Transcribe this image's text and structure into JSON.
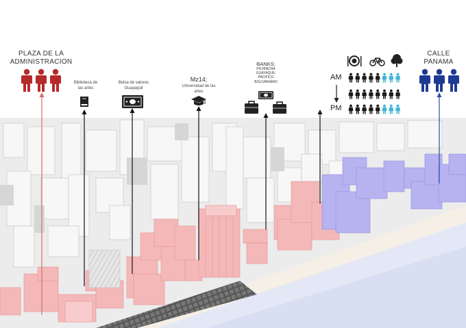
{
  "labels": {
    "plaza": "PLAZA DE LA ADMINISTRACION",
    "biblioteca": "Biblioteca de las artes",
    "bolsa": "Bolsa de valores Guayaquil",
    "mz14_title": "Mz14;",
    "mz14_sub": "Universidad de las artes",
    "banks_title": "BANKS;",
    "banks_list": "PICHINCHA GUAYAQUIL PACIFICO BOLIVARIANO",
    "calle": "CALLE PANAMA"
  },
  "time": {
    "am": "AM",
    "pm": "PM"
  },
  "icons": {
    "plaza": "red-people-icon",
    "biblioteca": "book-icon",
    "bolsa": "banknote-icon",
    "mz14": "graduation-cap-icon",
    "banks": "briefcase-icon",
    "activities": [
      "dining-icon",
      "bicycle-icon",
      "tree-icon"
    ],
    "calle": "blue-people-icon"
  },
  "colors": {
    "plaza_red": "#b52a2a",
    "calle_blue": "#1f3a93",
    "highlight_red": "#f4b8b8",
    "highlight_blue": "#b7b3f0",
    "people_active": "#3fb6d4",
    "people_inactive": "#1a1a1a"
  },
  "schedule": {
    "am_row1_active": 3,
    "am_row1_total": 8,
    "row2_active": 0,
    "row2_total": 8,
    "pm_row_active": 3,
    "pm_row_total": 8
  }
}
